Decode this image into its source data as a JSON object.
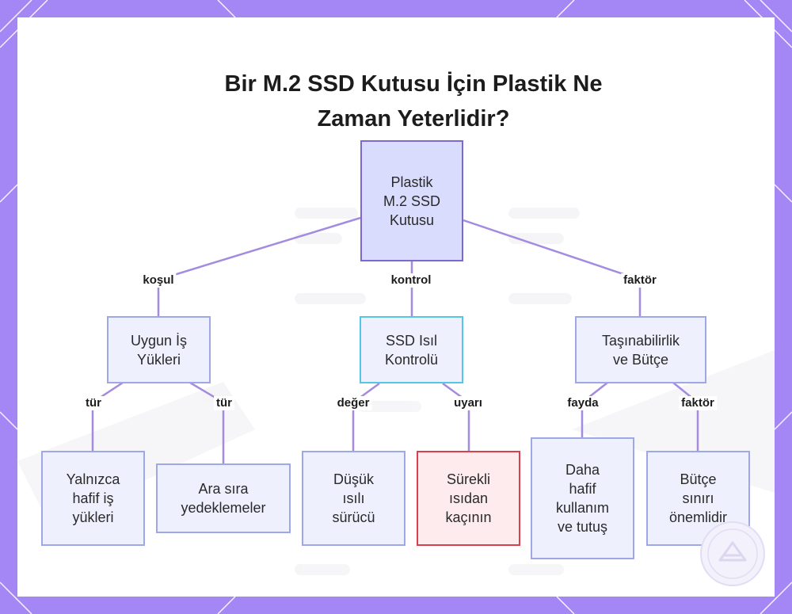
{
  "title": {
    "line1": "Bir M.2 SSD Kutusu İçin Plastik Ne",
    "line2": "Zaman Yeterlidir?"
  },
  "colors": {
    "frame": "#a487f5",
    "edge": "#a48be0",
    "node_fill": "#eef0fe",
    "root_fill": "#dadcfd",
    "root_border": "#7a6ad2",
    "cyan_border": "#55c6e6",
    "red_border": "#d8404f",
    "red_fill": "#fdebee"
  },
  "nodes": {
    "root": "Plastik\nM.2 SSD\nKutusu",
    "workloads": "Uygun İş\nYükleri",
    "thermal": "SSD Isıl\nKontrolü",
    "portability": "Taşınabilirlik\nve Bütçe",
    "light_only": "Yalnızca\nhafif iş\nyükleri",
    "occasional": "Ara sıra\nyedeklemeler",
    "low_heat": "Düşük\nısılı\nsürücü",
    "avoid_heat": "Sürekli\nısıdan\nkaçının",
    "lighter": "Daha\nhafif\nkullanım\nve tutuş",
    "budget": "Bütçe\nsınırı\nönemlidir"
  },
  "edge_labels": {
    "condition": "koşul",
    "control": "kontrol",
    "factor_top": "faktör",
    "type_1": "tür",
    "type_2": "tür",
    "value": "değer",
    "warning": "uyarı",
    "benefit": "fayda",
    "factor_bottom": "faktör"
  }
}
